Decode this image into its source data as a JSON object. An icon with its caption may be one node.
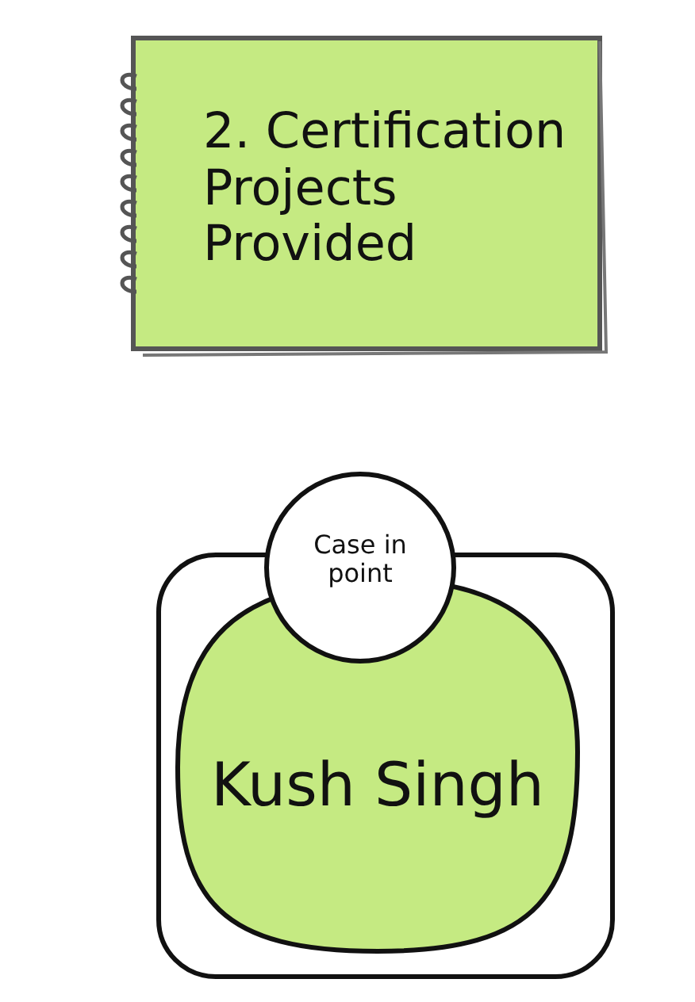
{
  "diagram": {
    "nodes": [
      {
        "text": [
          "2. Certification Projects Provided"
        ]
      },
      {
        "text": [],
        "shape": "box"
      },
      {
        "text": [
          "Kush Singh"
        ],
        "in": 1
      },
      {
        "text": [
          "Case in point"
        ]
      }
    ]
  }
}
